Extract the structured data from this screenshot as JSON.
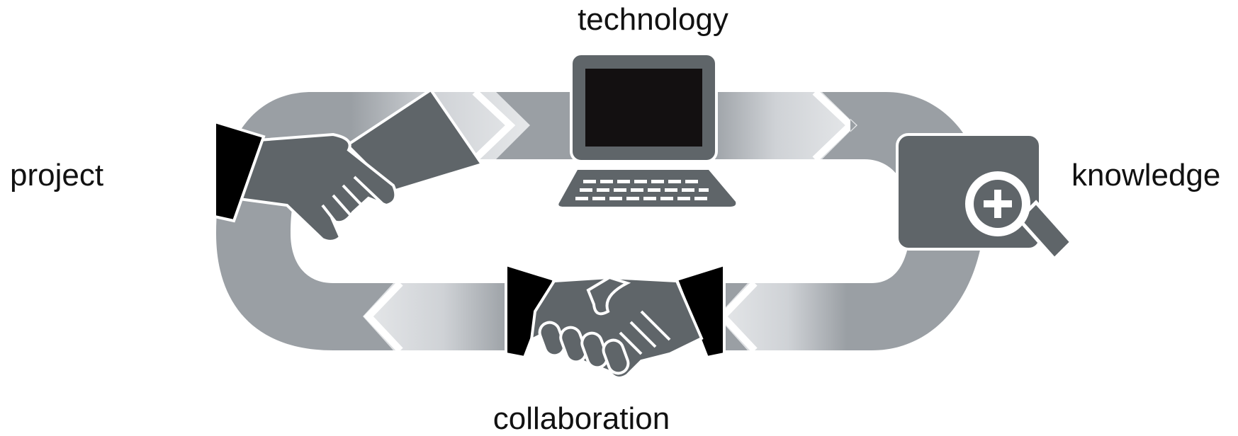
{
  "labels": {
    "technology": "technology",
    "project": "project",
    "knowledge": "knowledge",
    "collaboration": "collaboration"
  },
  "icons": {
    "top_left": "handshake-offer-icon",
    "top_center": "laptop-icon",
    "right": "magnifier-plus-icon",
    "bottom_center": "handshake-icon"
  },
  "colors": {
    "ring": "#9a9fa4",
    "ring_light": "#e3e5e8",
    "icon_fill": "#5f6569",
    "cuff": "#000000",
    "screen": "#131011",
    "text": "#111111"
  }
}
